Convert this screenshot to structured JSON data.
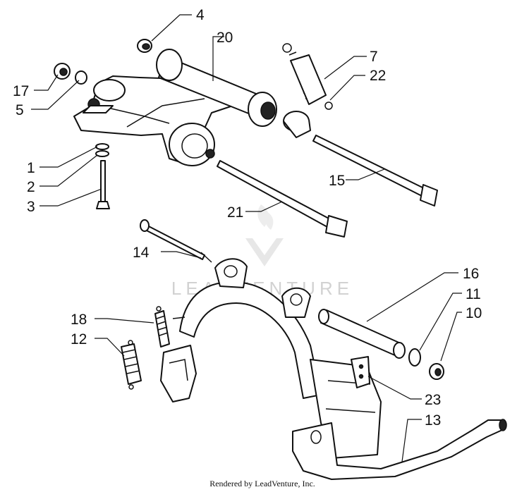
{
  "diagram": {
    "callouts": {
      "c1": "1",
      "c2": "2",
      "c3": "3",
      "c4": "4",
      "c5": "5",
      "c7": "7",
      "c10": "10",
      "c11": "11",
      "c12": "12",
      "c13": "13",
      "c14": "14",
      "c15": "15",
      "c16": "16",
      "c17": "17",
      "c18": "18",
      "c20": "20",
      "c21": "21",
      "c22": "22",
      "c23": "23"
    },
    "watermark": "LEADVENTURE",
    "footer": "Rendered by LeadVenture, Inc."
  }
}
